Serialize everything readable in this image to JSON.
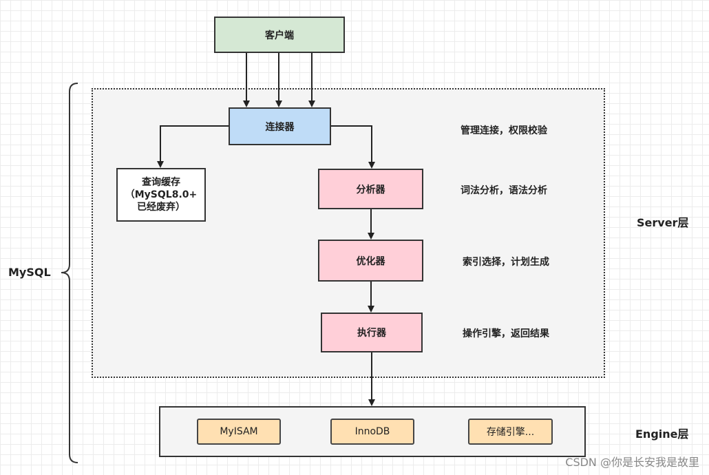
{
  "diagram": {
    "client": "客户端",
    "connector": "连接器",
    "query_cache": [
      "查询缓存",
      "（MySQL8.0+",
      "已经废弃）"
    ],
    "analyzer": "分析器",
    "optimizer": "优化器",
    "executor": "执行器",
    "descriptions": {
      "connector": "管理连接，权限校验",
      "analyzer": "词法分析，语法分析",
      "optimizer": "索引选择，计划生成",
      "executor": "操作引擎，返回结果"
    },
    "engines": [
      "MyISAM",
      "InnoDB",
      "存储引擎..."
    ],
    "labels": {
      "mysql": "MySQL",
      "server_layer": "Server层",
      "engine_layer": "Engine层"
    }
  },
  "watermark": "CSDN @你是长安我是故里",
  "colors": {
    "client_fill": "#d5e8d4",
    "connector_fill": "#bfdcf7",
    "stage_fill": "#ffcfd8",
    "engine_fill": "#ffe0b2",
    "region_fill": "#f4f4f4"
  }
}
